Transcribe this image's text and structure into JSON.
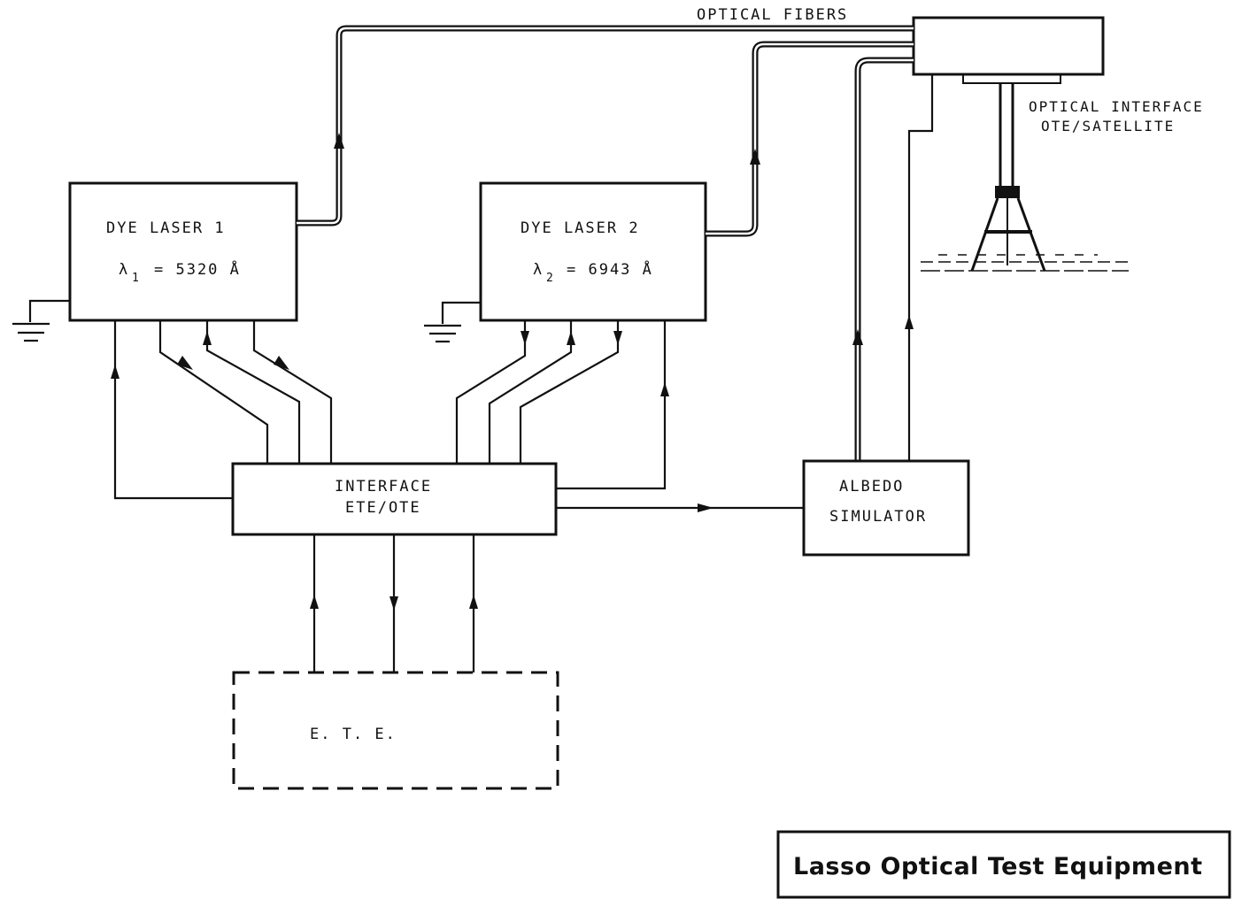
{
  "diagram": {
    "fiber_label": "OPTICAL FIBERS",
    "optical_interface": {
      "line1": "OPTICAL INTERFACE",
      "line2": "OTE/SATELLITE"
    },
    "laser1": {
      "name": "DYE  LASER  1",
      "wavelength_prefix": "λ",
      "wavelength_sub": "1",
      "wavelength_value": "= 5320 Å"
    },
    "laser2": {
      "name": "DYE  LASER  2",
      "wavelength_prefix": "λ",
      "wavelength_sub": "2",
      "wavelength_value": "= 6943 Å"
    },
    "interface": {
      "line1": "INTERFACE",
      "line2": "ETE/OTE"
    },
    "albedo": {
      "line1": "ALBEDO",
      "line2": "SIMULATOR"
    },
    "ete": {
      "label": "E.   T.   E."
    },
    "title": "Lasso  Optical Test Equipment"
  }
}
